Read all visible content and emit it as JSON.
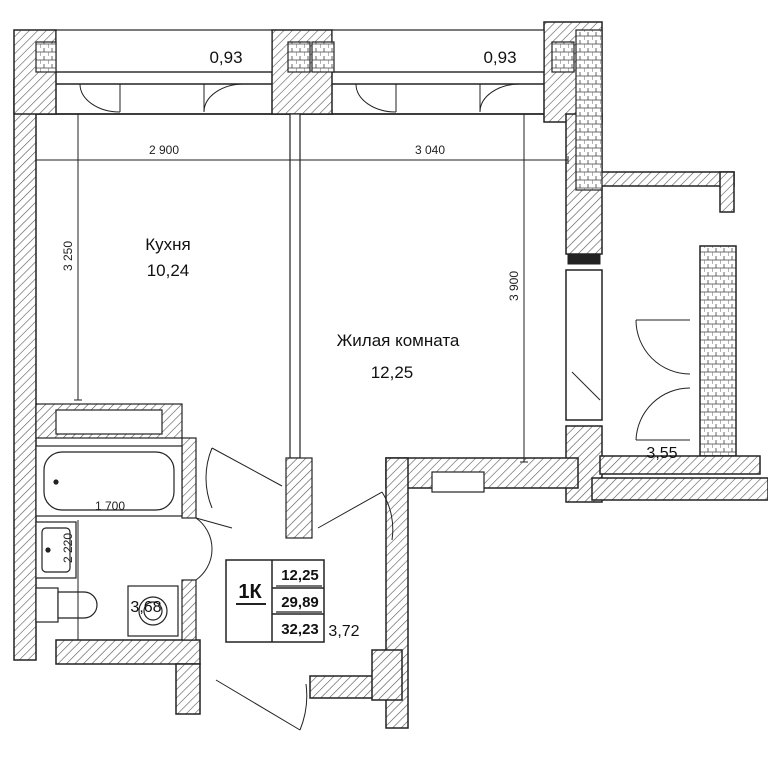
{
  "plan": {
    "balcony_areas": [
      "0,93",
      "0,93"
    ],
    "dimensions": {
      "kitchen_width": "2 900",
      "living_width": "3 040",
      "kitchen_depth": "3 250",
      "living_depth": "3 900",
      "bath_width": "1 700",
      "bath_depth": "2 220"
    },
    "rooms": {
      "kitchen": {
        "name": "Кухня",
        "area": "10,24"
      },
      "living": {
        "name": "Жилая комната",
        "area": "12,25"
      },
      "bathroom": {
        "area": "3,68"
      },
      "hall": {
        "area": "3,72"
      },
      "loggia": {
        "area": "3,55"
      }
    },
    "badge": {
      "type": "1К",
      "values": [
        "12,25",
        "29,89",
        "32,23"
      ]
    }
  }
}
